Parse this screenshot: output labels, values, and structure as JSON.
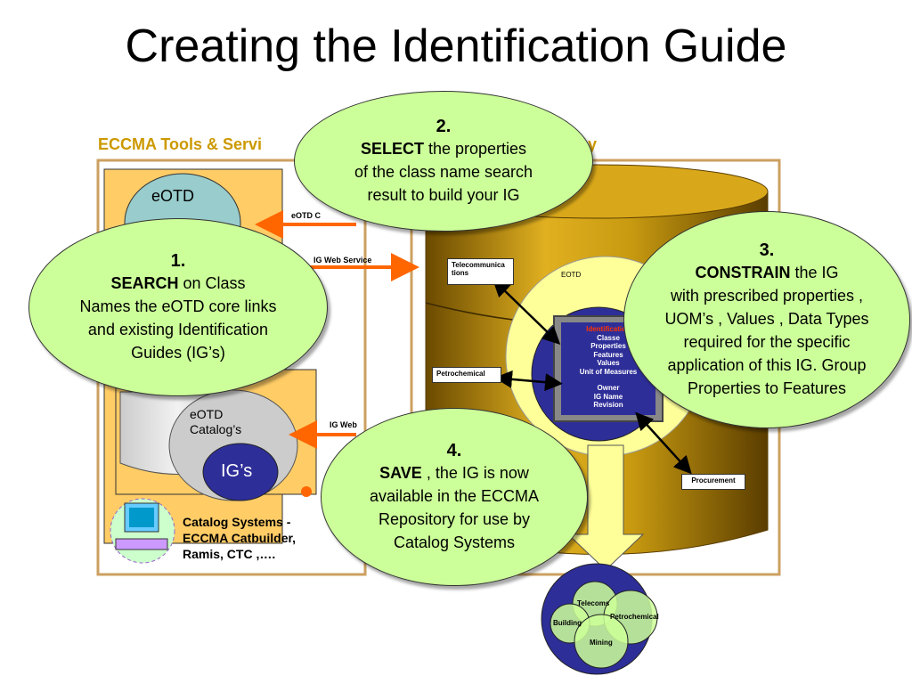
{
  "title": "Creating the Identification Guide",
  "left_section_title": "ECCMA Tools & Servi",
  "right_section_title_fragment": "y",
  "eotd_top": "eOTD",
  "arrow_labels": {
    "eotd_c": "eOTD C",
    "ig_web_service": "IG  Web Service",
    "ig_web": "IG Web"
  },
  "catalog": {
    "line1": "eOTD",
    "line2": "Catalog’s",
    "igs": "IG’s"
  },
  "catalog_systems": [
    "Catalog Systems -",
    "ECCMA Catbuilder,",
    "Ramis, CTC ,…."
  ],
  "repository": {
    "eotd_label": "EOTD",
    "telecom_box": "Telecommunica tions",
    "petro_box": "Petrochemical",
    "procurement_box": "Procurement",
    "ig_header": "Identification",
    "ig_lines": [
      "Classe",
      "Properties",
      "Features",
      "Values",
      "Unit of Measures"
    ],
    "ig_lines2": [
      "Owner",
      "IG Name",
      "Revision"
    ]
  },
  "venn": {
    "telecoms": "Telecoms",
    "petrochemical": "Petrochemical",
    "building": "Building",
    "mining": "Mining"
  },
  "bubbles": {
    "b1": {
      "num": "1.",
      "bold": "SEARCH",
      "rest": " on Class",
      "lines": [
        "Names the eOTD core links",
        "and existing Identification",
        "Guides (IG’s)"
      ]
    },
    "b2": {
      "num": "2.",
      "bold": "SELECT",
      "rest": " the properties",
      "lines": [
        "of the class name search",
        "result to build your IG"
      ]
    },
    "b3": {
      "num": "3.",
      "bold": "CONSTRAIN",
      "rest": " the IG",
      "lines": [
        "with prescribed properties ,",
        "UOM’s , Values , Data Types",
        "required for the specific",
        "application of this IG. Group",
        "Properties to Features"
      ]
    },
    "b4": {
      "num": "4.",
      "bold": "SAVE",
      "rest": " ,  the IG is now",
      "lines": [
        "available in the ECCMA",
        "Repository for use by",
        "Catalog Systems"
      ]
    }
  },
  "colors": {
    "bubble": "#ccff99",
    "gold": "#cc9900",
    "navy": "#2e2e99",
    "orange": "#ffcc66"
  }
}
